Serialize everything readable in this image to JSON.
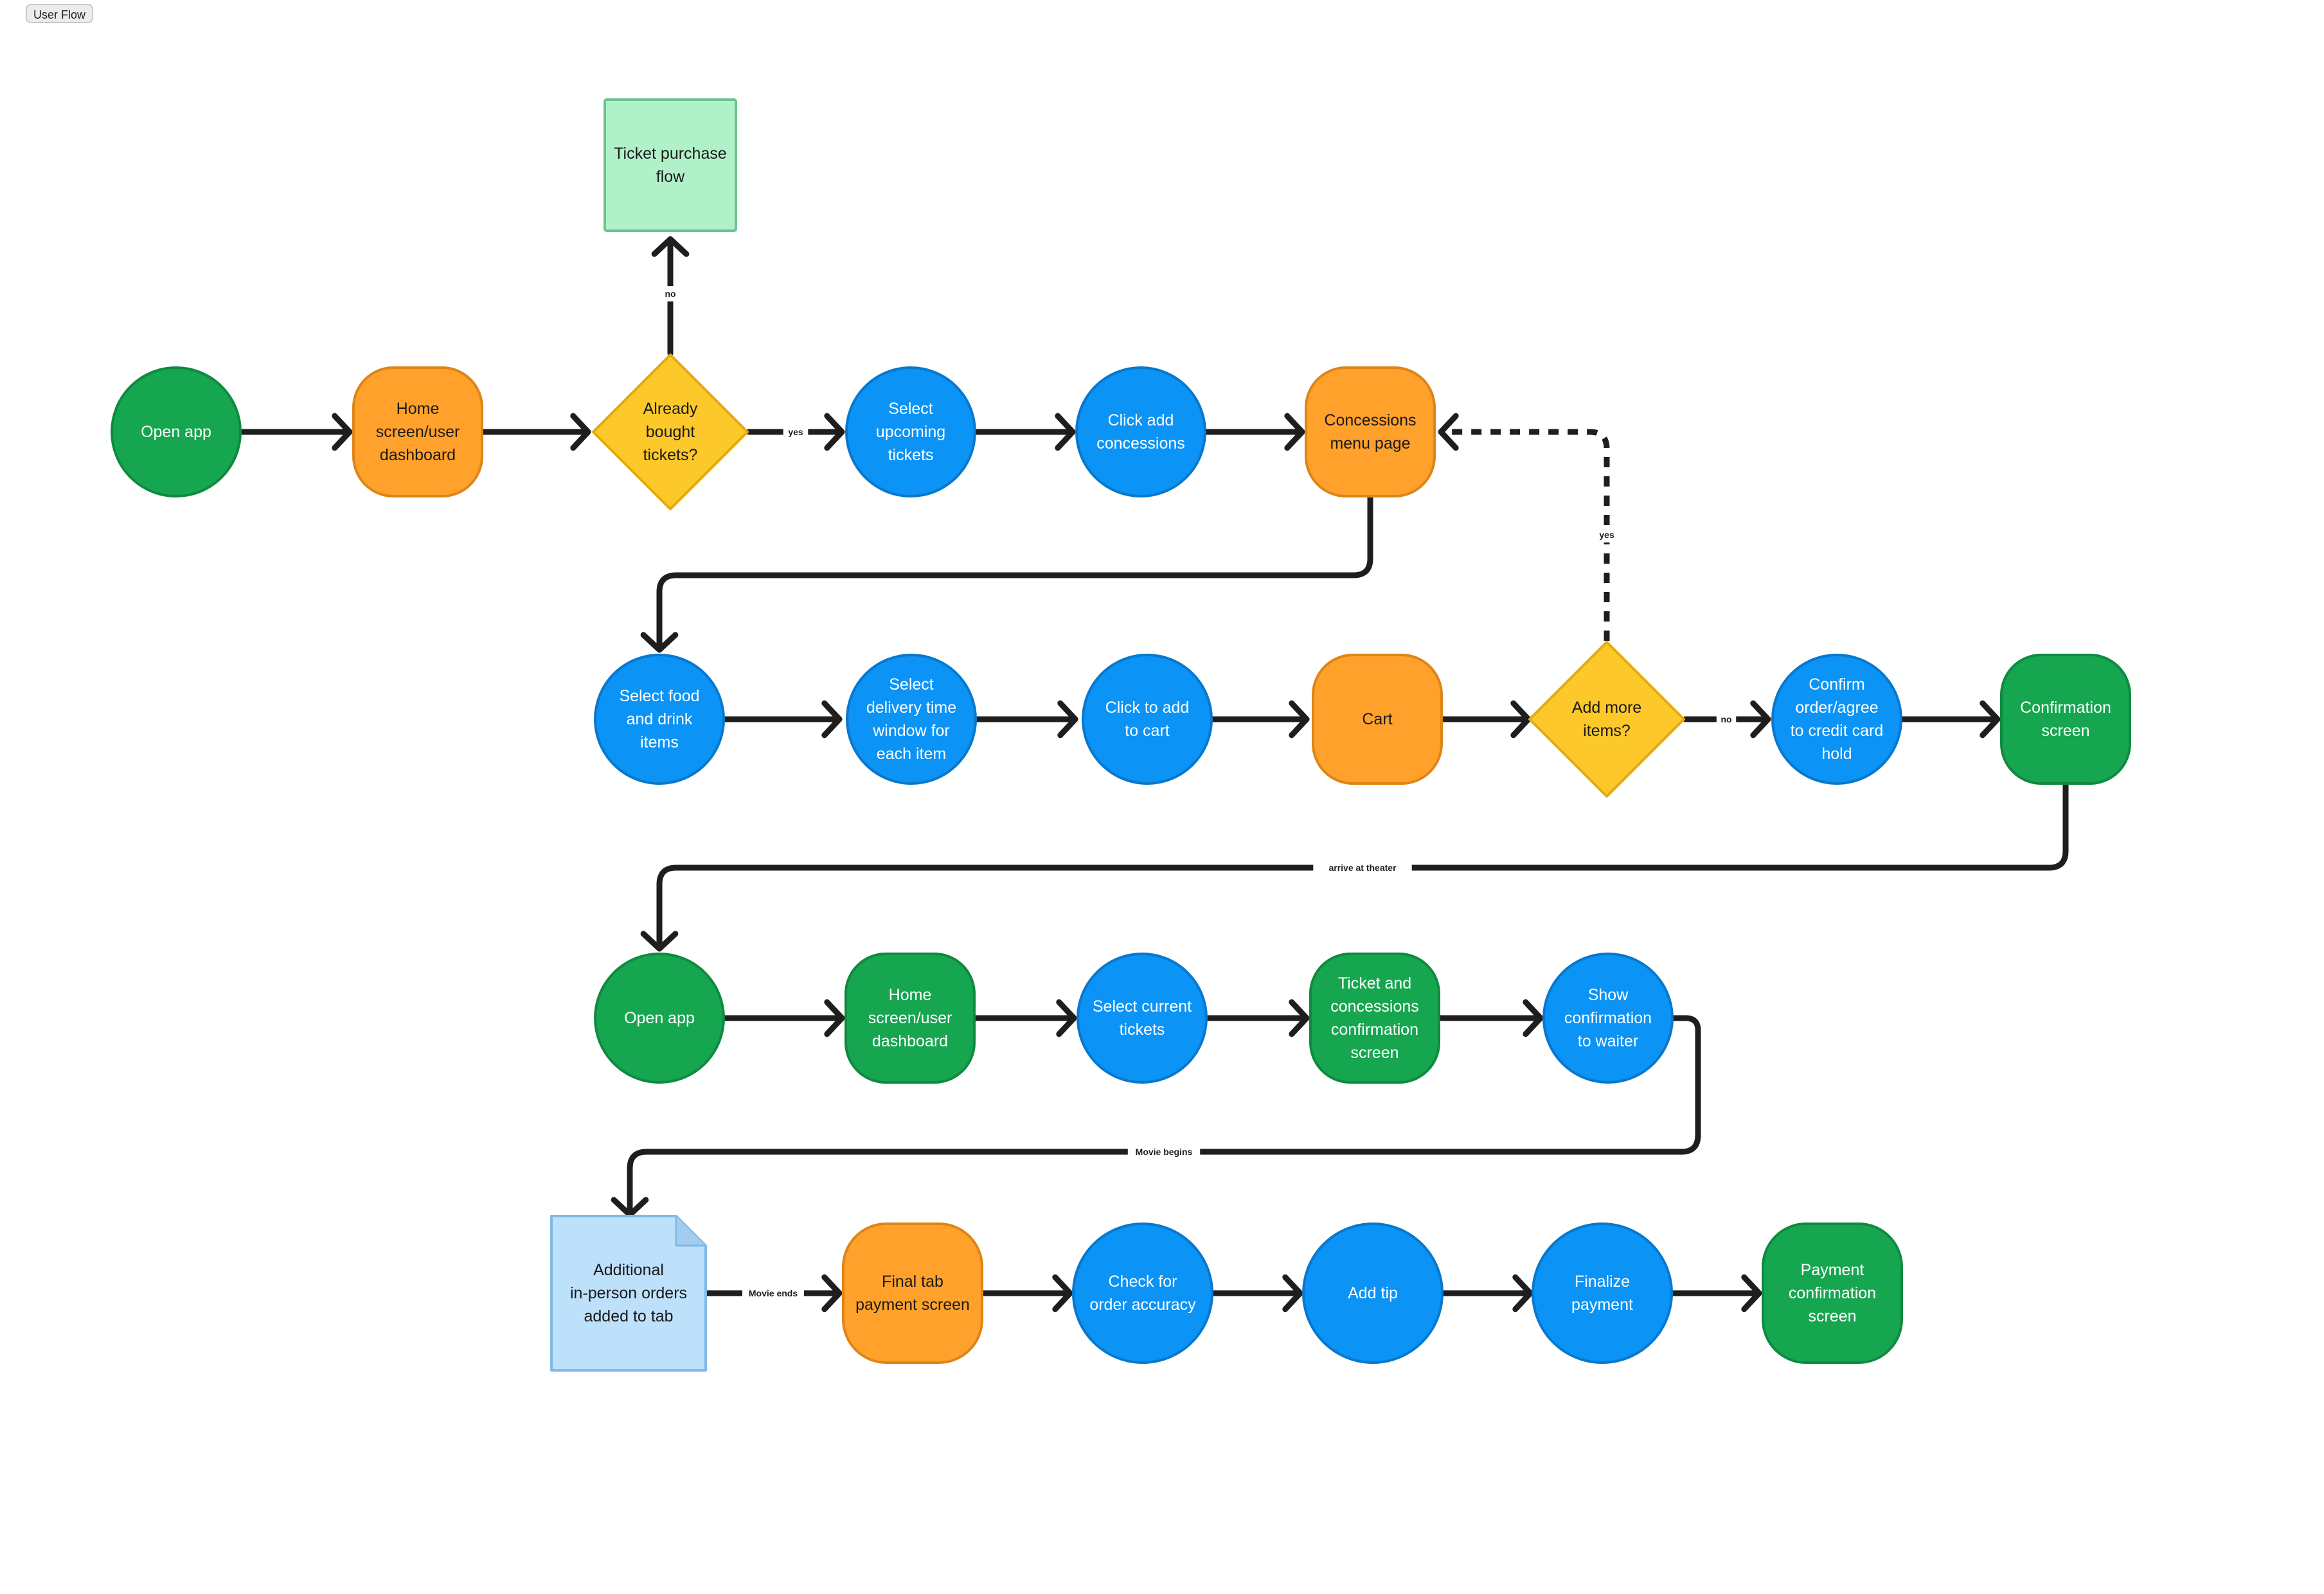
{
  "frame": {
    "label": "User Flow"
  },
  "colors": {
    "green": "#17a650",
    "green_stroke": "#0f8a40",
    "orange": "#ffa12b",
    "orange_stroke": "#de8518",
    "blue": "#0b93f6",
    "blue_stroke": "#0878cd",
    "yellow": "#fdc829",
    "yellow_stroke": "#e2ac10",
    "light_green": "#b1f1c9",
    "light_green_stroke": "#6bc48f",
    "light_blue": "#bde0fb",
    "light_blue_stroke": "#82b9e6",
    "line": "#1e1e1e"
  },
  "nodes": [
    {
      "id": "open-app-1",
      "text": "Open app",
      "shape": "circle",
      "color": "green"
    },
    {
      "id": "home-dashboard-1",
      "text": "Home screen/user dashboard",
      "shape": "rounded",
      "color": "orange"
    },
    {
      "id": "already-bought",
      "text": "Already bought tickets?",
      "shape": "diamond",
      "color": "yellow"
    },
    {
      "id": "ticket-purchase-flow",
      "text": "Ticket purchase flow",
      "shape": "square",
      "color": "light_green"
    },
    {
      "id": "select-upcoming",
      "text": "Select upcoming tickets",
      "shape": "circle",
      "color": "blue"
    },
    {
      "id": "click-add-concessions",
      "text": "Click add concessions",
      "shape": "circle",
      "color": "blue"
    },
    {
      "id": "concessions-menu",
      "text": "Concessions menu page",
      "shape": "rounded",
      "color": "orange"
    },
    {
      "id": "select-food",
      "text": "Select food and drink items",
      "shape": "circle",
      "color": "blue"
    },
    {
      "id": "select-delivery",
      "text": "Select delivery time window for each item",
      "shape": "circle",
      "color": "blue"
    },
    {
      "id": "click-add-cart",
      "text": "Click to add to cart",
      "shape": "circle",
      "color": "blue"
    },
    {
      "id": "cart",
      "text": "Cart",
      "shape": "rounded",
      "color": "orange"
    },
    {
      "id": "add-more",
      "text": "Add more items?",
      "shape": "diamond",
      "color": "yellow"
    },
    {
      "id": "confirm-order",
      "text": "Confirm order/agree to credit card hold",
      "shape": "circle",
      "color": "blue"
    },
    {
      "id": "confirmation-screen",
      "text": "Confirmation screen",
      "shape": "rounded",
      "color": "green"
    },
    {
      "id": "open-app-2",
      "text": "Open app",
      "shape": "circle",
      "color": "green"
    },
    {
      "id": "home-dashboard-2",
      "text": "Home screen/user dashboard",
      "shape": "rounded",
      "color": "green"
    },
    {
      "id": "select-current",
      "text": "Select current tickets",
      "shape": "circle",
      "color": "blue"
    },
    {
      "id": "ticket-concessions-confirm",
      "text": "Ticket and concessions confirmation screen",
      "shape": "rounded",
      "color": "green"
    },
    {
      "id": "show-confirmation",
      "text": "Show confirmation to waiter",
      "shape": "circle",
      "color": "blue"
    },
    {
      "id": "additional-orders",
      "text": "Additional in-person orders added to tab",
      "shape": "document",
      "color": "light_blue"
    },
    {
      "id": "final-tab",
      "text": "Final tab payment screen",
      "shape": "rounded",
      "color": "orange"
    },
    {
      "id": "check-accuracy",
      "text": "Check for order accuracy",
      "shape": "circle",
      "color": "blue"
    },
    {
      "id": "add-tip",
      "text": "Add tip",
      "shape": "circle",
      "color": "blue"
    },
    {
      "id": "finalize-payment",
      "text": "Finalize payment",
      "shape": "circle",
      "color": "blue"
    },
    {
      "id": "payment-confirmation",
      "text": "Payment confirmation screen",
      "shape": "rounded",
      "color": "green"
    }
  ],
  "edges": [
    {
      "from": "open-app-1",
      "to": "home-dashboard-1",
      "label": ""
    },
    {
      "from": "home-dashboard-1",
      "to": "already-bought",
      "label": ""
    },
    {
      "from": "already-bought",
      "to": "ticket-purchase-flow",
      "label": "no"
    },
    {
      "from": "already-bought",
      "to": "select-upcoming",
      "label": "yes"
    },
    {
      "from": "select-upcoming",
      "to": "click-add-concessions",
      "label": ""
    },
    {
      "from": "click-add-concessions",
      "to": "concessions-menu",
      "label": ""
    },
    {
      "from": "concessions-menu",
      "to": "select-food",
      "label": ""
    },
    {
      "from": "select-food",
      "to": "select-delivery",
      "label": ""
    },
    {
      "from": "select-delivery",
      "to": "click-add-cart",
      "label": ""
    },
    {
      "from": "click-add-cart",
      "to": "cart",
      "label": ""
    },
    {
      "from": "cart",
      "to": "add-more",
      "label": ""
    },
    {
      "from": "add-more",
      "to": "concessions-menu",
      "label": "yes",
      "dashed": true
    },
    {
      "from": "add-more",
      "to": "confirm-order",
      "label": "no"
    },
    {
      "from": "confirm-order",
      "to": "confirmation-screen",
      "label": ""
    },
    {
      "from": "confirmation-screen",
      "to": "open-app-2",
      "label": "arrive at theater"
    },
    {
      "from": "open-app-2",
      "to": "home-dashboard-2",
      "label": ""
    },
    {
      "from": "home-dashboard-2",
      "to": "select-current",
      "label": ""
    },
    {
      "from": "select-current",
      "to": "ticket-concessions-confirm",
      "label": ""
    },
    {
      "from": "ticket-concessions-confirm",
      "to": "show-confirmation",
      "label": ""
    },
    {
      "from": "show-confirmation",
      "to": "additional-orders",
      "label": "Movie begins"
    },
    {
      "from": "additional-orders",
      "to": "final-tab",
      "label": "Movie ends"
    },
    {
      "from": "final-tab",
      "to": "check-accuracy",
      "label": ""
    },
    {
      "from": "check-accuracy",
      "to": "add-tip",
      "label": ""
    },
    {
      "from": "add-tip",
      "to": "finalize-payment",
      "label": ""
    },
    {
      "from": "finalize-payment",
      "to": "payment-confirmation",
      "label": ""
    }
  ]
}
